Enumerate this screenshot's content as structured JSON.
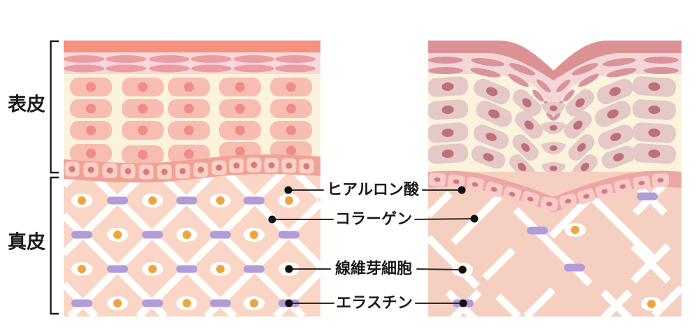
{
  "diagram": {
    "side_labels": {
      "epidermis": "表皮",
      "dermis": "真皮"
    },
    "annotations": {
      "hyaluronic_acid": "ヒアルロン酸",
      "collagen": "コラーゲン",
      "fibroblast": "線維芽細胞",
      "elastin": "エラスチン"
    },
    "colors": {
      "background": "#FFFFFF",
      "label_text": "#1B1B1B",
      "leader_line": "#2A2A2A",
      "leader_dot": "#111111",
      "epidermis_bg": "#FBF3DC",
      "left_surface": "#F5917F",
      "left_upper_band": "#F8D8DB",
      "left_band_cell": "#EC9DA4",
      "left_cell": "#F8BDB2",
      "left_cell_nucleus": "#EE8E86",
      "left_basal_band": "#F2A295",
      "basal_cell": "#F9CFC8",
      "basal_cell_nucleus": "#D97A76",
      "left_dermis_bg": "#F9D6C5",
      "collagen_line": "#FFFFFF",
      "fibroblast_body": "#FFFFFF",
      "fibroblast_nucleus": "#F0A43C",
      "elastin": "#B19CD9",
      "right_surface": "#DC9294",
      "right_upper_band": "#F4D6D9",
      "right_band_cell": "#D9939B",
      "right_cell": "#E5C8C8",
      "right_cell_nucleus": "#BE707A",
      "right_basal_band": "#EDA7A3",
      "right_basal_cell": "#F8CBCA",
      "right_basal_cell_nucleus": "#D4787D",
      "right_dermis_bg": "#F5D0C1"
    }
  }
}
